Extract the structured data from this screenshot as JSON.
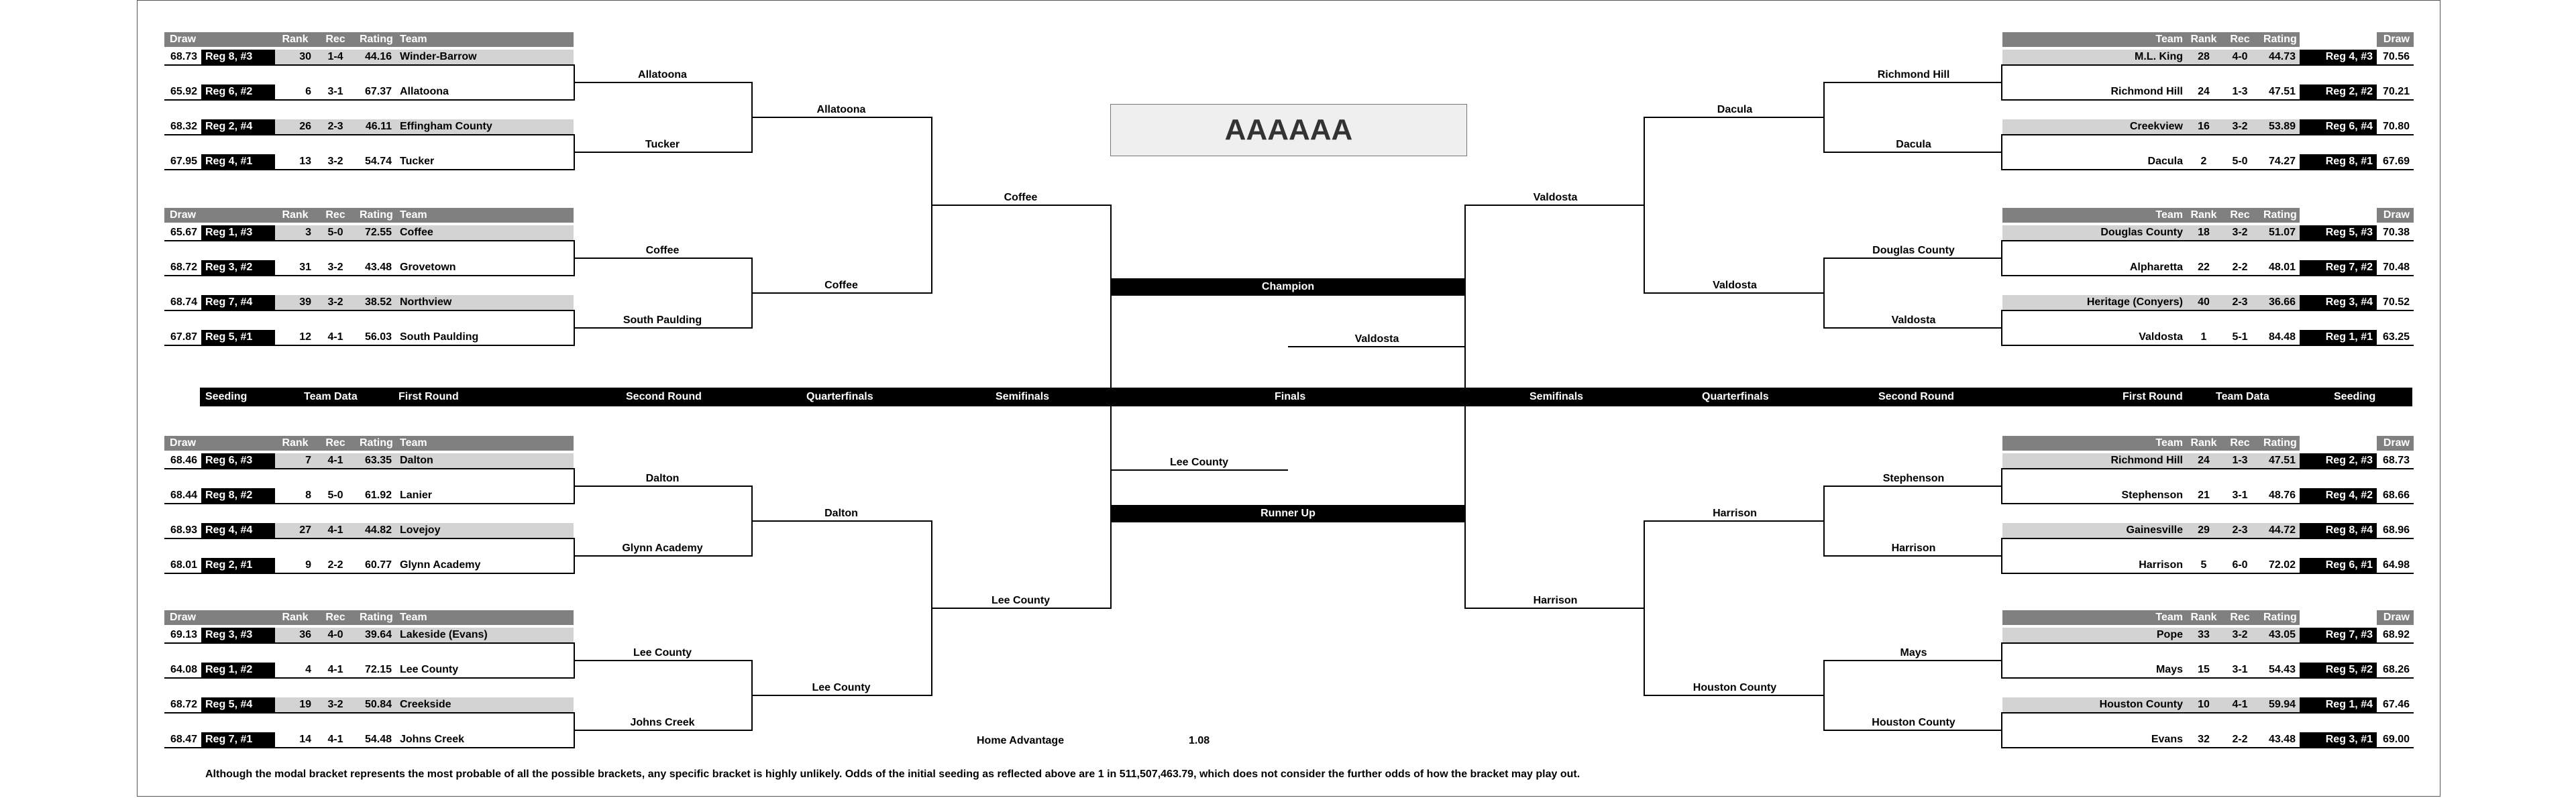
{
  "title": "AAAAAA",
  "champion_label": "Champion",
  "champion": "Valdosta",
  "runner_up_label": "Runner Up",
  "runner_up": "Lee County",
  "home_advantage": {
    "label": "Home Advantage",
    "value": "1.08"
  },
  "footer": "Although the modal bracket represents the most probable of all the possible brackets, any specific bracket is highly unlikely.  Odds of the initial seeding as reflected above are 1 in 511,507,463.79, which does not consider the further odds of how the bracket may play out.",
  "separator": {
    "left": [
      "Seeding",
      "Team Data",
      "First Round",
      "Second Round",
      "Quarterfinals",
      "Semifinals"
    ],
    "center": "Finals",
    "right": [
      "Semifinals",
      "Quarterfinals",
      "Second Round",
      "First Round",
      "Team Data",
      "Seeding"
    ]
  },
  "headers": {
    "draw": "Draw",
    "rank": "Rank",
    "rec": "Rec",
    "rating": "Rating",
    "team": "Team"
  },
  "left_groups": [
    {
      "teams": [
        {
          "draw": "68.73",
          "seed": "Reg 8, #3",
          "rank": "30",
          "rec": "1-4",
          "rating": "44.16",
          "team": "Winder-Barrow"
        },
        {
          "draw": "65.92",
          "seed": "Reg 6, #2",
          "rank": "6",
          "rec": "3-1",
          "rating": "67.37",
          "team": "Allatoona"
        },
        {
          "draw": "68.32",
          "seed": "Reg 2, #4",
          "rank": "26",
          "rec": "2-3",
          "rating": "46.11",
          "team": "Effingham County"
        },
        {
          "draw": "67.95",
          "seed": "Reg 4, #1",
          "rank": "13",
          "rec": "3-2",
          "rating": "54.74",
          "team": "Tucker"
        }
      ],
      "r2": [
        "Allatoona",
        "Tucker"
      ],
      "qf": "Allatoona"
    },
    {
      "teams": [
        {
          "draw": "65.67",
          "seed": "Reg 1, #3",
          "rank": "3",
          "rec": "5-0",
          "rating": "72.55",
          "team": "Coffee"
        },
        {
          "draw": "68.72",
          "seed": "Reg 3, #2",
          "rank": "31",
          "rec": "3-2",
          "rating": "43.48",
          "team": "Grovetown"
        },
        {
          "draw": "68.74",
          "seed": "Reg 7, #4",
          "rank": "39",
          "rec": "3-2",
          "rating": "38.52",
          "team": "Northview"
        },
        {
          "draw": "67.87",
          "seed": "Reg 5, #1",
          "rank": "12",
          "rec": "4-1",
          "rating": "56.03",
          "team": "South Paulding"
        }
      ],
      "r2": [
        "Coffee",
        "South Paulding"
      ],
      "qf": "Coffee"
    },
    {
      "teams": [
        {
          "draw": "68.46",
          "seed": "Reg 6, #3",
          "rank": "7",
          "rec": "4-1",
          "rating": "63.35",
          "team": "Dalton"
        },
        {
          "draw": "68.44",
          "seed": "Reg 8, #2",
          "rank": "8",
          "rec": "5-0",
          "rating": "61.92",
          "team": "Lanier"
        },
        {
          "draw": "68.93",
          "seed": "Reg 4, #4",
          "rank": "27",
          "rec": "4-1",
          "rating": "44.82",
          "team": "Lovejoy"
        },
        {
          "draw": "68.01",
          "seed": "Reg 2, #1",
          "rank": "9",
          "rec": "2-2",
          "rating": "60.77",
          "team": "Glynn Academy"
        }
      ],
      "r2": [
        "Dalton",
        "Glynn Academy"
      ],
      "qf": "Dalton"
    },
    {
      "teams": [
        {
          "draw": "69.13",
          "seed": "Reg 3, #3",
          "rank": "36",
          "rec": "4-0",
          "rating": "39.64",
          "team": "Lakeside (Evans)"
        },
        {
          "draw": "64.08",
          "seed": "Reg 1, #2",
          "rank": "4",
          "rec": "4-1",
          "rating": "72.15",
          "team": "Lee County"
        },
        {
          "draw": "68.72",
          "seed": "Reg 5, #4",
          "rank": "19",
          "rec": "3-2",
          "rating": "50.84",
          "team": "Creekside"
        },
        {
          "draw": "68.47",
          "seed": "Reg 7, #1",
          "rank": "14",
          "rec": "4-1",
          "rating": "54.48",
          "team": "Johns Creek"
        }
      ],
      "r2": [
        "Lee County",
        "Johns Creek"
      ],
      "qf": "Lee County"
    }
  ],
  "left_sf": [
    "Coffee",
    "Lee County"
  ],
  "left_final": "Lee County",
  "right_groups": [
    {
      "teams": [
        {
          "draw": "70.56",
          "seed": "Reg 4, #3",
          "rank": "28",
          "rec": "4-0",
          "rating": "44.73",
          "team": "M.L. King"
        },
        {
          "draw": "70.21",
          "seed": "Reg 2, #2",
          "rank": "24",
          "rec": "1-3",
          "rating": "47.51",
          "team": "Richmond Hill"
        },
        {
          "draw": "70.80",
          "seed": "Reg 6, #4",
          "rank": "16",
          "rec": "3-2",
          "rating": "53.89",
          "team": "Creekview"
        },
        {
          "draw": "67.69",
          "seed": "Reg 8, #1",
          "rank": "2",
          "rec": "5-0",
          "rating": "74.27",
          "team": "Dacula"
        }
      ],
      "r2": [
        "Richmond Hill",
        "Dacula"
      ],
      "qf": "Dacula"
    },
    {
      "teams": [
        {
          "draw": "70.38",
          "seed": "Reg 5, #3",
          "rank": "18",
          "rec": "3-2",
          "rating": "51.07",
          "team": "Douglas County"
        },
        {
          "draw": "70.48",
          "seed": "Reg 7, #2",
          "rank": "22",
          "rec": "2-2",
          "rating": "48.01",
          "team": "Alpharetta"
        },
        {
          "draw": "70.52",
          "seed": "Reg 3, #4",
          "rank": "40",
          "rec": "2-3",
          "rating": "36.66",
          "team": "Heritage (Conyers)"
        },
        {
          "draw": "63.25",
          "seed": "Reg 1, #1",
          "rank": "1",
          "rec": "5-1",
          "rating": "84.48",
          "team": "Valdosta"
        }
      ],
      "r2": [
        "Douglas County",
        "Valdosta"
      ],
      "qf": "Valdosta"
    },
    {
      "teams": [
        {
          "draw": "68.73",
          "seed": "Reg 2, #3",
          "rank": "24",
          "rec": "1-3",
          "rating": "47.51",
          "team": "Richmond Hill"
        },
        {
          "draw": "68.66",
          "seed": "Reg 4, #2",
          "rank": "21",
          "rec": "3-1",
          "rating": "48.76",
          "team": "Stephenson"
        },
        {
          "draw": "68.96",
          "seed": "Reg 8, #4",
          "rank": "29",
          "rec": "2-3",
          "rating": "44.72",
          "team": "Gainesville"
        },
        {
          "draw": "64.98",
          "seed": "Reg 6, #1",
          "rank": "5",
          "rec": "6-0",
          "rating": "72.02",
          "team": "Harrison"
        }
      ],
      "r2": [
        "Stephenson",
        "Harrison"
      ],
      "qf": "Harrison"
    },
    {
      "teams": [
        {
          "draw": "68.92",
          "seed": "Reg 7, #3",
          "rank": "33",
          "rec": "3-2",
          "rating": "43.05",
          "team": "Pope"
        },
        {
          "draw": "68.26",
          "seed": "Reg 5, #2",
          "rank": "15",
          "rec": "3-1",
          "rating": "54.43",
          "team": "Mays"
        },
        {
          "draw": "67.46",
          "seed": "Reg 1, #4",
          "rank": "10",
          "rec": "4-1",
          "rating": "59.94",
          "team": "Houston County"
        },
        {
          "draw": "69.00",
          "seed": "Reg 3, #1",
          "rank": "32",
          "rec": "2-2",
          "rating": "43.48",
          "team": "Evans"
        }
      ],
      "r2": [
        "Mays",
        "Houston County"
      ],
      "qf": "Houston County"
    }
  ],
  "right_sf": [
    "Valdosta",
    "Harrison"
  ],
  "right_final": "Valdosta"
}
